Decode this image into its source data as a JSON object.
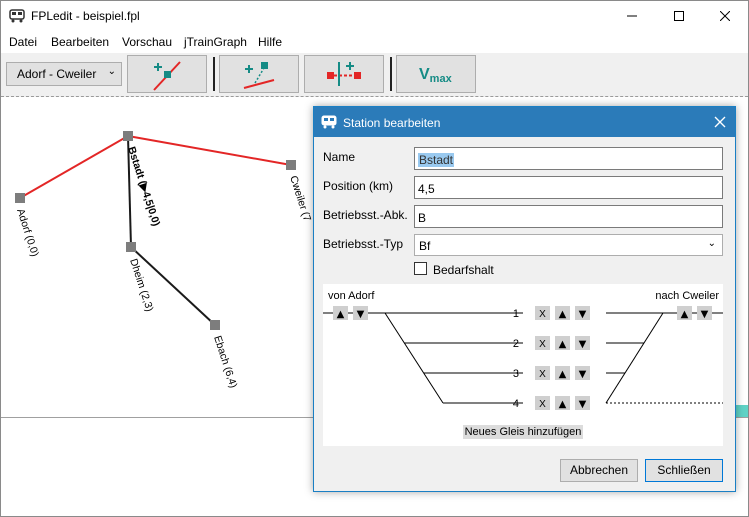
{
  "window": {
    "title": "FPLedit - beispiel.fpl"
  },
  "menu": [
    "Datei",
    "Bearbeiten",
    "Vorschau",
    "jTrainGraph",
    "Hilfe"
  ],
  "toolbar": {
    "route": "Adorf - Cweiler",
    "vmax_label": "V",
    "vmax_sub": "max"
  },
  "network": {
    "stations": [
      {
        "label": "Adorf (0,0)"
      },
      {
        "label": "Bstadt (▶4,5|0,0)"
      },
      {
        "label": "Cweiler (7"
      },
      {
        "label": "Dheim (2,3)"
      },
      {
        "label": "Ebach (6,4)"
      }
    ]
  },
  "colors": {
    "main_line": "#e32626",
    "branch_line": "#1a1a1a",
    "accent": "#2b7bb9",
    "teal": "#158b85"
  },
  "dialog": {
    "title": "Station bearbeiten",
    "name_label": "Name",
    "name_value": "Bstadt",
    "position_label": "Position (km)",
    "position_value": "4,5",
    "abbr_label": "Betriebsst.-Abk.",
    "abbr_value": "B",
    "type_label": "Betriebsst.-Typ",
    "type_value": "Bf",
    "bedarf_label": "Bedarfshalt",
    "from_label": "von Adorf",
    "to_label": "nach Cweiler",
    "tracks": [
      "1",
      "2",
      "3",
      "4"
    ],
    "track_remove": "X",
    "up": "▲",
    "down": "▼",
    "add_track": "Neues Gleis hinzufügen",
    "cancel": "Abbrechen",
    "close": "Schließen"
  }
}
